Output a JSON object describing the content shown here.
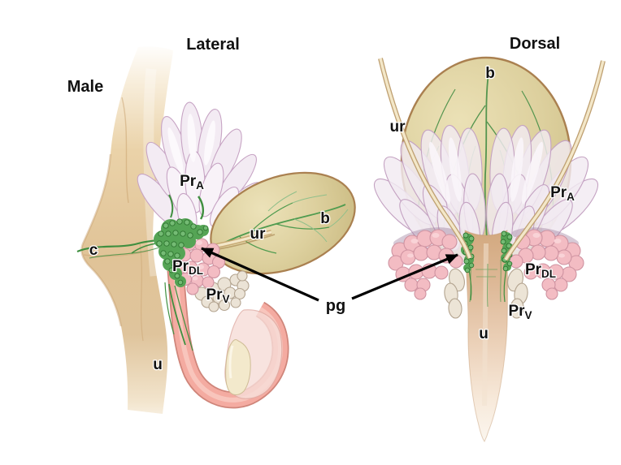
{
  "figure": {
    "sex_label": "Male",
    "pg_label": "pg",
    "lateral": {
      "title": "Lateral",
      "labels": {
        "colon": "c",
        "bladder": "b",
        "ureter": "ur",
        "urethra": "u",
        "prostate_anterior": {
          "main": "Pr",
          "sub": "A"
        },
        "prostate_dorsolateral": {
          "main": "Pr",
          "sub": "DL"
        },
        "prostate_ventral": {
          "main": "Pr",
          "sub": "V"
        }
      }
    },
    "dorsal": {
      "title": "Dorsal",
      "labels": {
        "bladder": "b",
        "ureter": "ur",
        "urethra": "u",
        "prostate_anterior": {
          "main": "Pr",
          "sub": "A"
        },
        "prostate_dorsolateral": {
          "main": "Pr",
          "sub": "DL"
        },
        "prostate_ventral": {
          "main": "Pr",
          "sub": "V"
        }
      }
    }
  },
  "colors": {
    "background": "#ffffff",
    "label_text": "#111111",
    "arrow_black": "#000000",
    "colon_tan": "#e0c397",
    "bladder_fill": "#ddd09e",
    "bladder_outline": "#aa8050",
    "vessel_green": "#4f9b4f",
    "anterior_prostate_fill": "#f3ebf3",
    "anterior_prostate_outline": "#c7a4c4",
    "dorsolateral_prostate_fill": "#f3bcc3",
    "dorsolateral_prostate_outline": "#cf93a1",
    "ventral_prostate_fill": "#ebe3d6",
    "ventral_prostate_outline": "#b3a490",
    "periurethral_gland_green": "#55a455",
    "periurethral_gland_dark": "#2e7430",
    "urethra_pink": "#f4aba1",
    "urethra_pink_outline": "#cf857a",
    "dorsal_urethra_tan": "#d2a87e",
    "ureter_cream": "#f3e7c8"
  }
}
